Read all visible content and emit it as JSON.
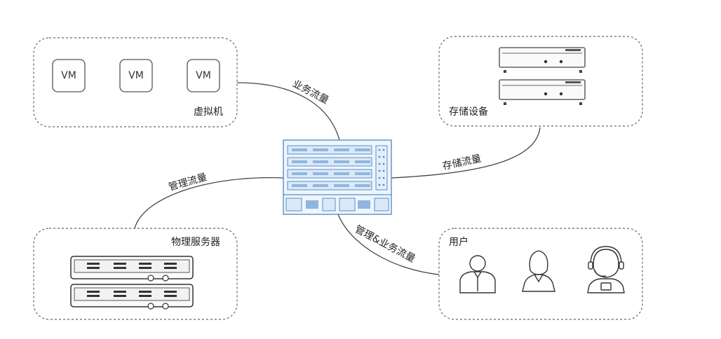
{
  "groups": {
    "vm": {
      "label": "虚拟机",
      "items": [
        "VM",
        "VM",
        "VM"
      ]
    },
    "storage": {
      "label": "存储设备"
    },
    "physical": {
      "label": "物理服务器"
    },
    "users": {
      "label": "用户"
    }
  },
  "links": {
    "business": "业务流量",
    "storage": "存储流量",
    "management": "管理流量",
    "mgmt_business": "管理&业务流量"
  }
}
